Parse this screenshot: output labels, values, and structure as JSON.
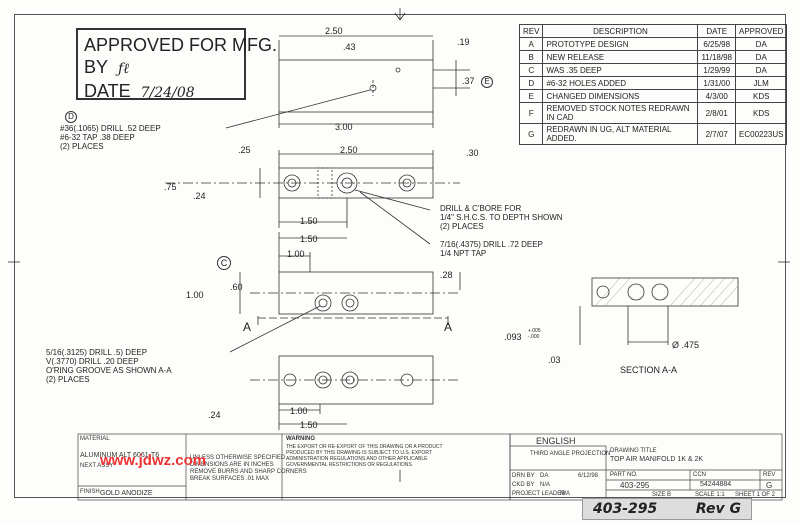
{
  "stamp": {
    "line1": "APPROVED FOR MFG.",
    "by_label": "BY",
    "by_sig": "ƒℓ",
    "date_label": "DATE",
    "date_value": "7/24/08"
  },
  "revisions": {
    "headers": [
      "REV",
      "DESCRIPTION",
      "DATE",
      "APPROVED"
    ],
    "rows": [
      [
        "A",
        "PROTOTYPE DESIGN",
        "6/25/98",
        "DA"
      ],
      [
        "B",
        "NEW RELEASE",
        "11/18/98",
        "DA"
      ],
      [
        "C",
        "WAS .35 DEEP",
        "1/29/99",
        "DA"
      ],
      [
        "D",
        "#6-32 HOLES ADDED",
        "1/31/00",
        "JLM"
      ],
      [
        "E",
        "CHANGED DIMENSIONS",
        "4/3/00",
        "KDS"
      ],
      [
        "F",
        "REMOVED STOCK NOTES REDRAWN IN CAD",
        "2/8/01",
        "KDS"
      ],
      [
        "G",
        "REDRAWN IN UG, ALT MATERIAL ADDED.",
        "2/7/07",
        "EC00223US"
      ]
    ]
  },
  "notes": {
    "drill_tap": "#36(.1065) DRILL .52 DEEP\n#6-32 TAP .38 DEEP\n(2) PLACES",
    "cbore": "DRILL & C'BORE FOR\n1/4\" S.H.C.S. TO DEPTH SHOWN\n(2) PLACES",
    "npt": "7/16(.4375) DRILL .72 DEEP\n1/4 NPT TAP",
    "oring": "5/16(.3125) DRILL .5) DEEP\nV(.3770) DRILL .20 DEEP\nO'RING GROOVE AS SHOWN A-A\n(2) PLACES",
    "section": "SECTION A-A"
  },
  "callouts": {
    "d": "D",
    "e": "E",
    "c": "C",
    "a_left": "A",
    "a_right": "A"
  },
  "dims": {
    "top_250": "2.50",
    "top_43": ".43",
    "top_19": ".19",
    "top_37": ".37",
    "top_300": "3.00",
    "mid_25": ".25",
    "mid_250": "2.50",
    "mid_30": ".30",
    "mid_75": ".75",
    "mid_24": ".24",
    "mid_150": "1.50",
    "c_150": "1.50",
    "c_100": "1.00",
    "c_60": ".60",
    "c_h100": "1.00",
    "c_28": ".28",
    "s_093": ".093",
    "s_tol": "+.005\n-.000",
    "s_03": ".03",
    "s_phi": "Ø .475",
    "b_24": ".24",
    "b_100": "1.00",
    "b_150": "1.50"
  },
  "title_block": {
    "material_label": "MATERIAL",
    "material_value": "ALUMINUM ALT 6061-T6",
    "next_label": "NEXT ASSY",
    "finish_label": "FINISH",
    "finish_value": "GOLD ANODIZE",
    "tol_note": "UNLESS OTHERWISE SPECIFIED\nDIMENSIONS ARE IN INCHES\nREMOVE BURRS AND SHARP CORNERS\nBREAK SURFACES .01 MAX",
    "export_title": "WARNING",
    "export_text": "THE EXPORT OR RE-EXPORT OF THIS DRAWING OR A PRODUCT\nPRODUCED BY THIS DRAWING IS SUBJECT TO U.S. EXPORT\nADMINISTRATION REGULATIONS AND OTHER APPLICABLE\nGOVERNMENTAL RESTRICTIONS OR REGULATIONS.",
    "units": "ENGLISH",
    "projection": "THIRD ANGLE PROJECTION",
    "drawing_title_label": "DRAWING TITLE",
    "drawing_title": "TOP AIR MANIFOLD 1K & 2K",
    "drn_by": "DRN BY",
    "drn_val": "DA",
    "drn_date": "6/12/98",
    "chk_by": "CKD BY",
    "chk_val": "N/A",
    "proj": "PROJECT LEADER",
    "proj_val": "N/A",
    "part_label": "PART NO.",
    "part_no": "403-295",
    "ccn_label": "CCN",
    "ccn": "54244884",
    "rev_label": "REV",
    "rev": "G",
    "size": "SIZE B",
    "scale": "SCALE 1:1",
    "sheet": "SHEET 1 OF 2"
  },
  "watermark": "www.jdwz.com",
  "doc_number": {
    "part": "403-295",
    "rev": "Rev G"
  }
}
